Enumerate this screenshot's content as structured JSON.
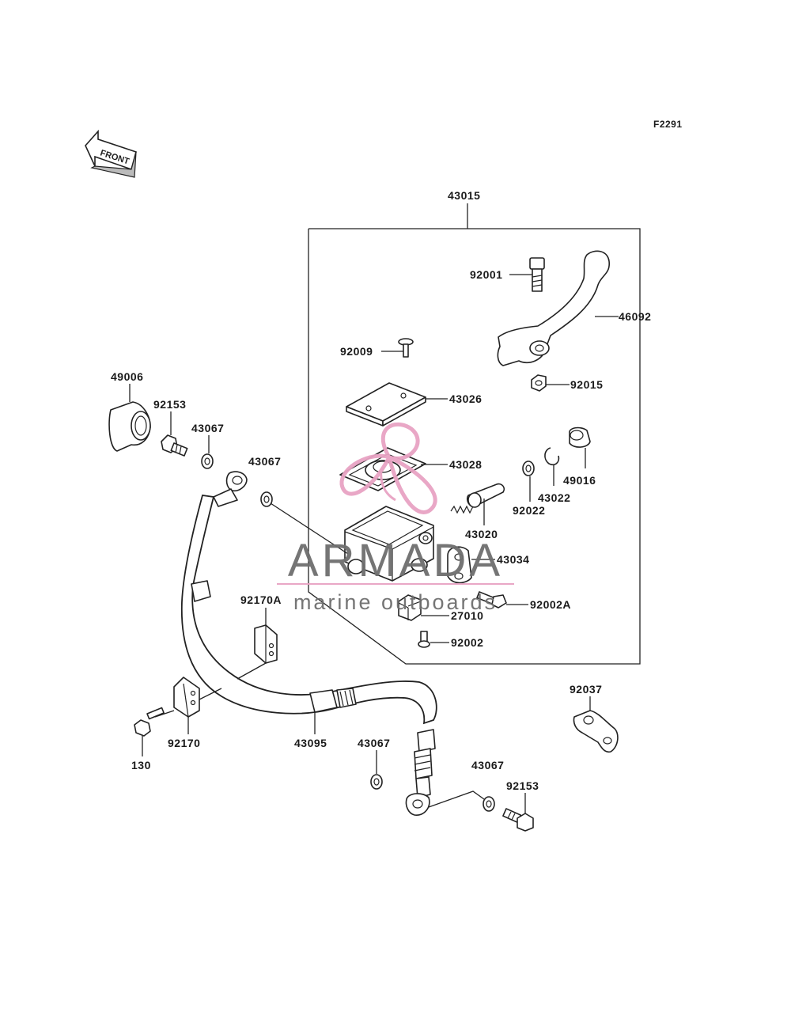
{
  "figure_id": "F2291",
  "front_label": "FRONT",
  "parts": {
    "p43015": "43015",
    "p92001": "92001",
    "p46092": "46092",
    "p92009": "92009",
    "p92015": "92015",
    "p43026": "43026",
    "p43028": "43028",
    "p43020": "43020",
    "p92022": "92022",
    "p43022": "43022",
    "p49016": "49016",
    "p43034": "43034",
    "p92002A": "92002A",
    "p27010": "27010",
    "p92002": "92002",
    "p49006": "49006",
    "p92153a": "92153",
    "p43067a": "43067",
    "p43067b": "43067",
    "p92170A": "92170A",
    "p92170": "92170",
    "p130": "130",
    "p43095": "43095",
    "p43067c": "43067",
    "p43067d": "43067",
    "p92153b": "92153",
    "p92037": "92037"
  },
  "watermark": {
    "brand": "ARMADA",
    "tagline": "marine outboards",
    "logo_color": "#e8a3c3"
  }
}
